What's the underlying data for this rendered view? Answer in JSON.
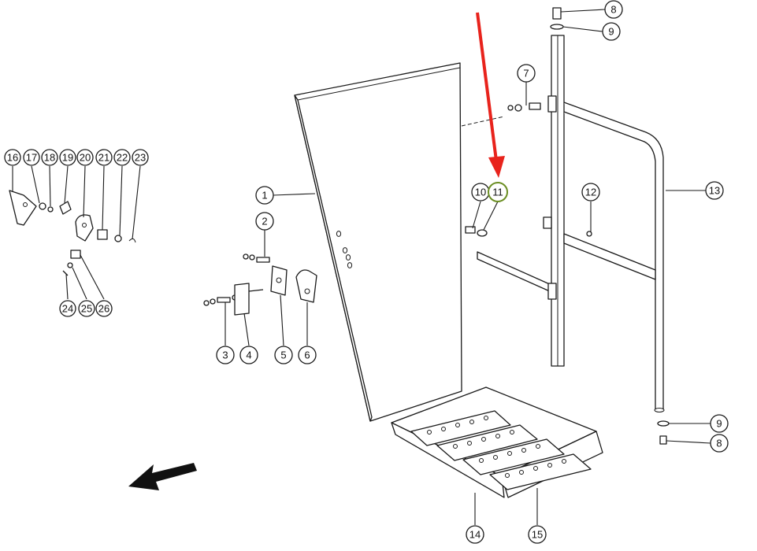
{
  "highlight": {
    "callout": "11",
    "fill_color": "#b5cc3a",
    "arrow_color": "#e8231c"
  },
  "callouts": [
    {
      "id": "c1",
      "label": "1"
    },
    {
      "id": "c2",
      "label": "2"
    },
    {
      "id": "c3",
      "label": "3"
    },
    {
      "id": "c4",
      "label": "4"
    },
    {
      "id": "c5",
      "label": "5"
    },
    {
      "id": "c6",
      "label": "6"
    },
    {
      "id": "c7",
      "label": "7"
    },
    {
      "id": "c8a",
      "label": "8"
    },
    {
      "id": "c8b",
      "label": "8"
    },
    {
      "id": "c9a",
      "label": "9"
    },
    {
      "id": "c9b",
      "label": "9"
    },
    {
      "id": "c10",
      "label": "10"
    },
    {
      "id": "c11",
      "label": "11"
    },
    {
      "id": "c12",
      "label": "12"
    },
    {
      "id": "c13",
      "label": "13"
    },
    {
      "id": "c14",
      "label": "14"
    },
    {
      "id": "c15",
      "label": "15"
    },
    {
      "id": "c16",
      "label": "16"
    },
    {
      "id": "c17",
      "label": "17"
    },
    {
      "id": "c18",
      "label": "18"
    },
    {
      "id": "c19",
      "label": "19"
    },
    {
      "id": "c20",
      "label": "20"
    },
    {
      "id": "c21",
      "label": "21"
    },
    {
      "id": "c22",
      "label": "22"
    },
    {
      "id": "c23",
      "label": "23"
    },
    {
      "id": "c24",
      "label": "24"
    },
    {
      "id": "c25",
      "label": "25"
    },
    {
      "id": "c26",
      "label": "26"
    }
  ]
}
